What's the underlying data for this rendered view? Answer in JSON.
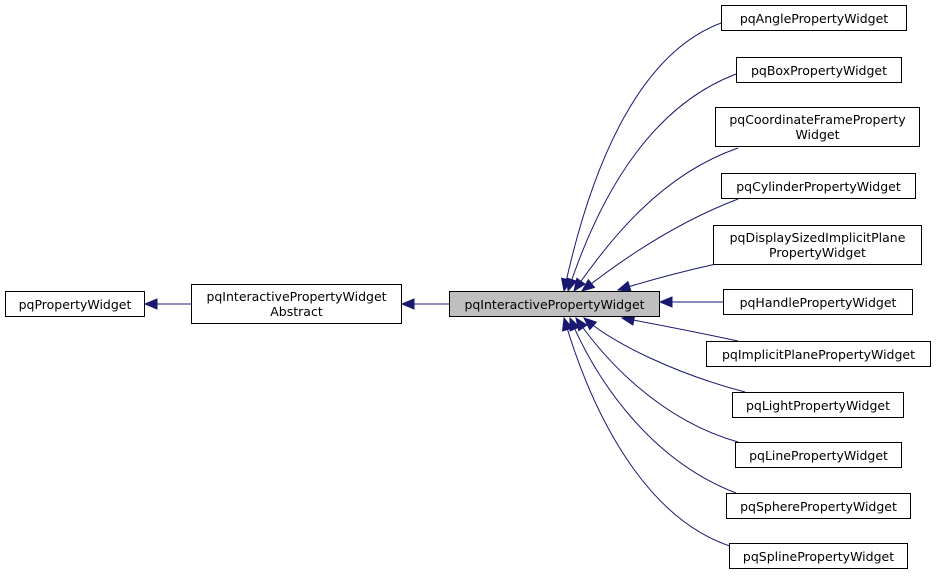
{
  "diagram": {
    "edge_color": "#191970",
    "current_fill": "#bfbfbf",
    "nodes": {
      "base": "pqPropertyWidget",
      "abstract": [
        "pqInteractivePropertyWidget",
        "Abstract"
      ],
      "current": "pqInteractivePropertyWidget",
      "children": [
        [
          "pqAnglePropertyWidget"
        ],
        [
          "pqBoxPropertyWidget"
        ],
        [
          "pqCoordinateFrameProperty",
          "Widget"
        ],
        [
          "pqCylinderPropertyWidget"
        ],
        [
          "pqDisplaySizedImplicitPlane",
          "PropertyWidget"
        ],
        [
          "pqHandlePropertyWidget"
        ],
        [
          "pqImplicitPlanePropertyWidget"
        ],
        [
          "pqLightPropertyWidget"
        ],
        [
          "pqLinePropertyWidget"
        ],
        [
          "pqSpherePropertyWidget"
        ],
        [
          "pqSplinePropertyWidget"
        ]
      ]
    }
  }
}
